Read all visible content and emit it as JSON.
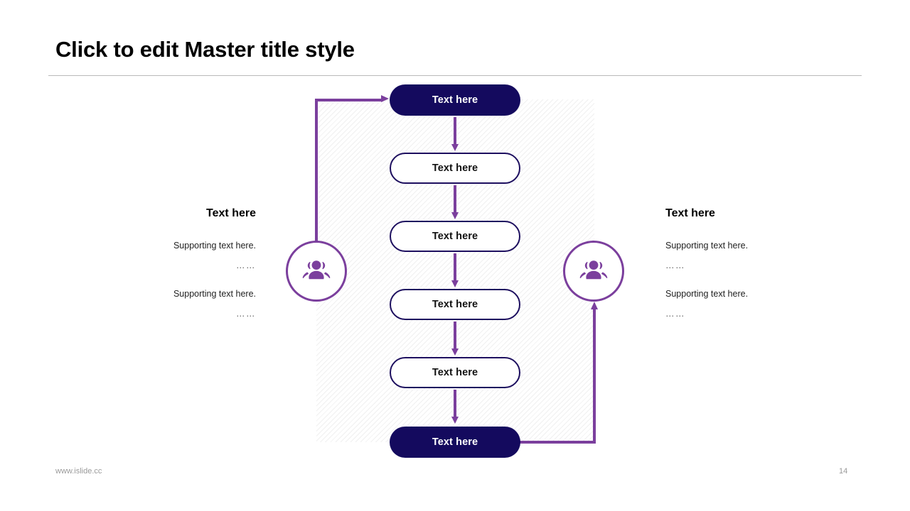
{
  "slide": {
    "title": "Click to edit Master title style",
    "footer_url": "www.islide.cc",
    "page_number": "14"
  },
  "colors": {
    "navy": "#140a5e",
    "purple": "#7b3f9d",
    "outline_navy": "#1d0f5f",
    "text_dark": "#000000",
    "footer_gray": "#9a9a9a"
  },
  "flow": {
    "steps": [
      {
        "label": "Text here",
        "style": "solid"
      },
      {
        "label": "Text here",
        "style": "outline"
      },
      {
        "label": "Text here",
        "style": "outline"
      },
      {
        "label": "Text here",
        "style": "outline"
      },
      {
        "label": "Text here",
        "style": "outline"
      },
      {
        "label": "Text here",
        "style": "solid"
      }
    ]
  },
  "badges": {
    "left": {
      "icon": "people-group-icon"
    },
    "right": {
      "icon": "people-group-icon"
    }
  },
  "side_panels": {
    "left": {
      "heading": "Text here",
      "lines": [
        {
          "text": "Supporting text here.",
          "dots": "……"
        },
        {
          "text": "Supporting text here.",
          "dots": "……"
        }
      ]
    },
    "right": {
      "heading": "Text here",
      "lines": [
        {
          "text": "Supporting text here.",
          "dots": "……"
        },
        {
          "text": "Supporting text here.",
          "dots": "……"
        }
      ]
    }
  }
}
